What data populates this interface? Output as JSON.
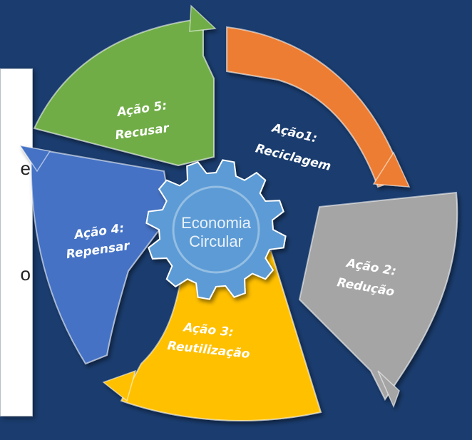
{
  "diagram": {
    "center": {
      "line1": "Economia",
      "line2": "Circular"
    },
    "segments": [
      {
        "id": "reciclagem",
        "title": "Ação1:",
        "subtitle": "Reciclagem",
        "color": "#ed7d31"
      },
      {
        "id": "reducao",
        "title": "Ação 2:",
        "subtitle": "Redução",
        "color": "#a5a5a5"
      },
      {
        "id": "reutilizacao",
        "title": "Ação 3:",
        "subtitle": "Reutilização",
        "color": "#ffc000"
      },
      {
        "id": "repensar",
        "title": "Ação 4:",
        "subtitle": "Repensar",
        "color": "#4472c4"
      },
      {
        "id": "recusar",
        "title": "Ação 5:",
        "subtitle": "Recusar",
        "color": "#70ad47"
      }
    ],
    "gear_color": "#5b9bd5",
    "background_color": "#1a3c6e"
  },
  "side_card": {
    "fragments": [
      "e",
      "o"
    ]
  }
}
